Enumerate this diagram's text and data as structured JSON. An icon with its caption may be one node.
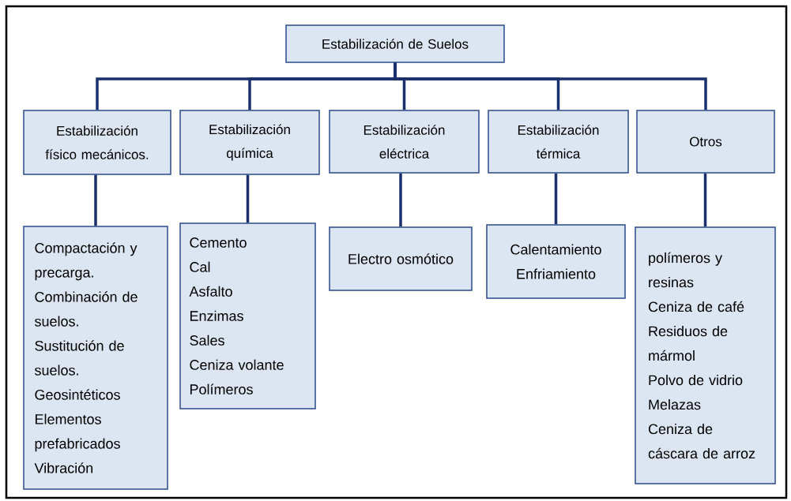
{
  "diagram": {
    "nodes": [
      {
        "text": [
          "Estabilización de Suelos"
        ]
      },
      {
        "text": [
          "Estabilización físico mecánicos."
        ]
      },
      {
        "text": [
          "Estabilización química"
        ]
      },
      {
        "text": [
          "Estabilización eléctrica"
        ]
      },
      {
        "text": [
          "Estabilización térmica"
        ]
      },
      {
        "text": [
          "Otros"
        ]
      },
      {
        "text": [
          "Compactación y precarga.",
          "Combinación de suelos.",
          "Sustitución de suelos.",
          "Geosintéticos",
          "Elementos prefabricados",
          "Vibración"
        ]
      },
      {
        "text": [
          "Cemento",
          "Cal",
          "Asfalto",
          "Enzimas",
          "Sales",
          "Ceniza volante",
          "Polímeros"
        ]
      },
      {
        "text": [
          "Electro osmótico"
        ]
      },
      {
        "text": [
          "Calentamiento",
          "Enfriamiento"
        ]
      },
      {
        "text": [
          "polímeros y resinas",
          "Ceniza de café",
          "Residuos de mármol",
          "Polvo de vidrio",
          "Melazas",
          "Ceniza de cáscara de arroz"
        ]
      }
    ],
    "edges": [
      {
        "from": 0,
        "to": 1,
        "arrow": "none"
      },
      {
        "from": 0,
        "to": 2,
        "arrow": "none"
      },
      {
        "from": 0,
        "to": 3,
        "arrow": "none"
      },
      {
        "from": 0,
        "to": 4,
        "arrow": "none"
      },
      {
        "from": 0,
        "to": 5,
        "arrow": "none"
      },
      {
        "from": 1,
        "to": 6,
        "arrow": "none"
      },
      {
        "from": 2,
        "to": 7,
        "arrow": "none"
      },
      {
        "from": 3,
        "to": 8,
        "arrow": "none"
      },
      {
        "from": 4,
        "to": 9,
        "arrow": "none"
      },
      {
        "from": 5,
        "to": 10,
        "arrow": "none"
      }
    ]
  }
}
